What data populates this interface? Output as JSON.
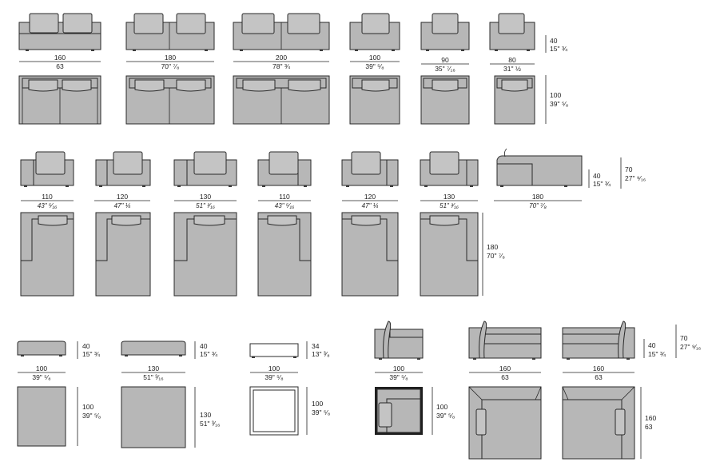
{
  "row1": {
    "widths": [
      {
        "cm": "160",
        "in": "63"
      },
      {
        "cm": "180",
        "in": "70\" ⁷⁄₈"
      },
      {
        "cm": "200",
        "in": "78\" ¾"
      },
      {
        "cm": "100",
        "in": "39\" ⁵⁄₈"
      },
      {
        "cm": "90",
        "in": "35\" ⁷⁄₁₆"
      },
      {
        "cm": "80",
        "in": "31\" ½"
      }
    ],
    "height": {
      "cm": "40",
      "in": "15\" ¾"
    },
    "depth": {
      "cm": "100",
      "in": "39\" ⁵⁄₈"
    }
  },
  "row2": {
    "widths": [
      {
        "cm": "110",
        "in": "43\" ⁵⁄₁₆"
      },
      {
        "cm": "120",
        "in": "47\" ¼"
      },
      {
        "cm": "130",
        "in": "51\" ³⁄₁₆"
      },
      {
        "cm": "110",
        "in": "43\" ⁵⁄₁₆"
      },
      {
        "cm": "120",
        "in": "47\" ¼"
      },
      {
        "cm": "130",
        "in": "51\" ³⁄₁₆"
      },
      {
        "cm": "180",
        "in": "70\" ⁷⁄₈"
      }
    ],
    "seat_height": {
      "cm": "40",
      "in": "15\" ¾"
    },
    "back_height": {
      "cm": "70",
      "in": "27\" ⁹⁄₁₆"
    },
    "depth": {
      "cm": "180",
      "in": "70\" ⁷⁄₈"
    }
  },
  "row3": {
    "items": [
      {
        "height": {
          "cm": "40",
          "in": "15\" ¾"
        },
        "width": {
          "cm": "100",
          "in": "39\" ⁵⁄₈"
        },
        "depth": {
          "cm": "100",
          "in": "39\" ⁵⁄₈"
        }
      },
      {
        "height": {
          "cm": "40",
          "in": "15\" ¾"
        },
        "width": {
          "cm": "130",
          "in": "51\" ³⁄₁₆"
        },
        "depth": {
          "cm": "130",
          "in": "51\" ³⁄₁₆"
        }
      },
      {
        "height": {
          "cm": "34",
          "in": "13\" ³⁄₈"
        },
        "width": {
          "cm": "100",
          "in": "39\" ⁵⁄₈"
        },
        "depth": {
          "cm": "100",
          "in": "39\" ⁵⁄₈"
        }
      },
      {
        "width": {
          "cm": "100",
          "in": "39\" ⁵⁄₈"
        },
        "depth": {
          "cm": "100",
          "in": "39\" ⁵⁄₈"
        }
      },
      {
        "width": {
          "cm": "160",
          "in": "63"
        }
      },
      {
        "width": {
          "cm": "160",
          "in": "63"
        }
      }
    ],
    "seat_height": {
      "cm": "40",
      "in": "15\" ¾"
    },
    "back_height": {
      "cm": "70",
      "in": "27\" ⁹⁄₁₆"
    },
    "big_depth": {
      "cm": "160",
      "in": "63"
    }
  }
}
